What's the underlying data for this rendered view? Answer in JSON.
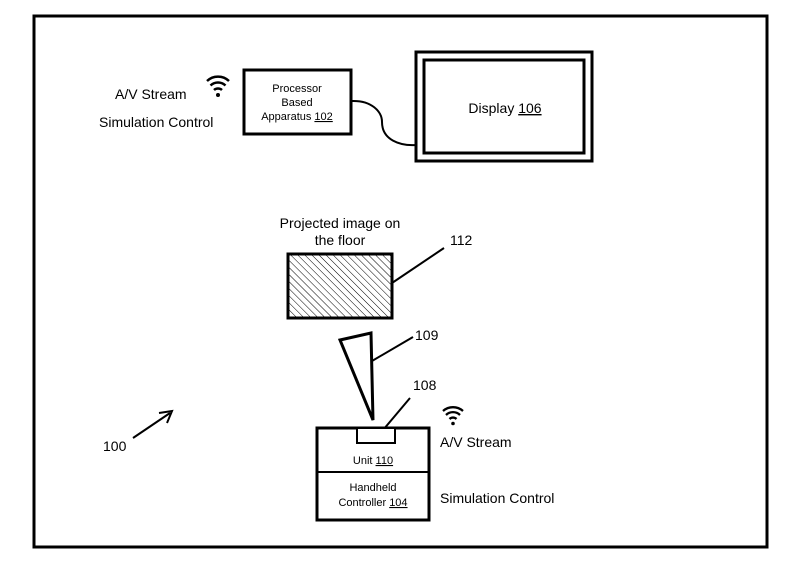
{
  "figure": {
    "reference": "100",
    "top_left": {
      "av_stream": "A/V Stream",
      "simulation_control": "Simulation Control",
      "wifi_icon": "wifi-icon"
    },
    "processor": {
      "line1": "Processor",
      "line2": "Based",
      "line3_text": "Apparatus ",
      "line3_ref": "102"
    },
    "display": {
      "text": "Display ",
      "ref": "106"
    },
    "projected": {
      "line1": "Projected image on",
      "line2": "the floor",
      "ref": "112"
    },
    "beam_ref": "109",
    "lens_ref": "108",
    "unit": {
      "text": "Unit ",
      "ref": "110"
    },
    "controller": {
      "line1": "Handheld",
      "line2_text": "Controller ",
      "line2_ref": "104"
    },
    "bottom_right": {
      "av_stream": "A/V Stream",
      "simulation_control": "Simulation Control",
      "wifi_icon": "wifi-icon"
    }
  }
}
